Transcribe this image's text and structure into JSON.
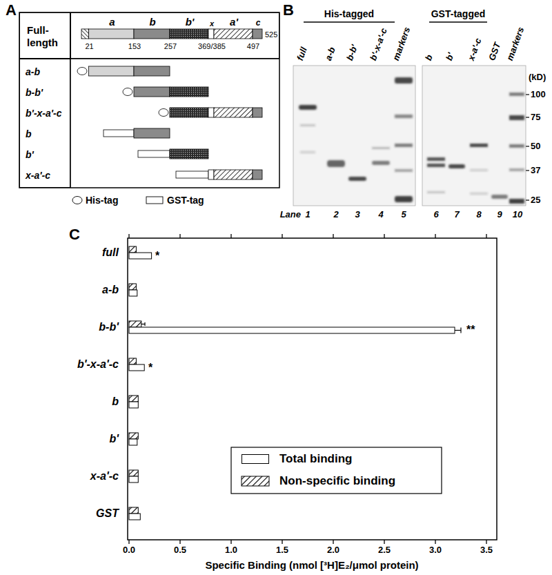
{
  "diagram": {
    "nodes": [
      {
        "text": [
          "Full-length"
        ]
      },
      {
        "text": [
          "a",
          "b",
          "b'",
          "x",
          "a'",
          "c",
          "21",
          "153",
          "257",
          "369/385",
          "497",
          "525"
        ]
      },
      {
        "text": [
          "a-b",
          "b-b'",
          "b'-x-a'-c",
          "b",
          "b'",
          "x-a'-c"
        ]
      }
    ],
    "labels": [
      "A",
      "B",
      "His-tagged",
      "GST-tagged",
      "full",
      "a-b",
      "b-b'",
      "b'-x-a'-c",
      "markers",
      "b",
      "b'",
      "x-a'-c",
      "GST",
      "markers",
      "(kD)",
      "100",
      "75",
      "50",
      "37",
      "25",
      "Lane",
      "1",
      "2",
      "3",
      "4",
      "5",
      "6",
      "7",
      "8",
      "9",
      "10",
      "C",
      "full",
      "a-b",
      "b-b'",
      "b'-x-a'-c",
      "b",
      "b'",
      "x-a'-c",
      "GST",
      "*",
      "**",
      "*",
      "0.0",
      "0.5",
      "1.0",
      "1.5",
      "2.0",
      "2.5",
      "3.0",
      "3.5",
      "Specific Binding (nmol [³H]E₂/μmol protein)"
    ],
    "legend": [
      {
        "text": "His-tag"
      },
      {
        "text": "GST-tag"
      },
      {
        "text": "Total binding",
        "color": "#ffffff"
      },
      {
        "text": "Non-specific binding"
      }
    ]
  }
}
